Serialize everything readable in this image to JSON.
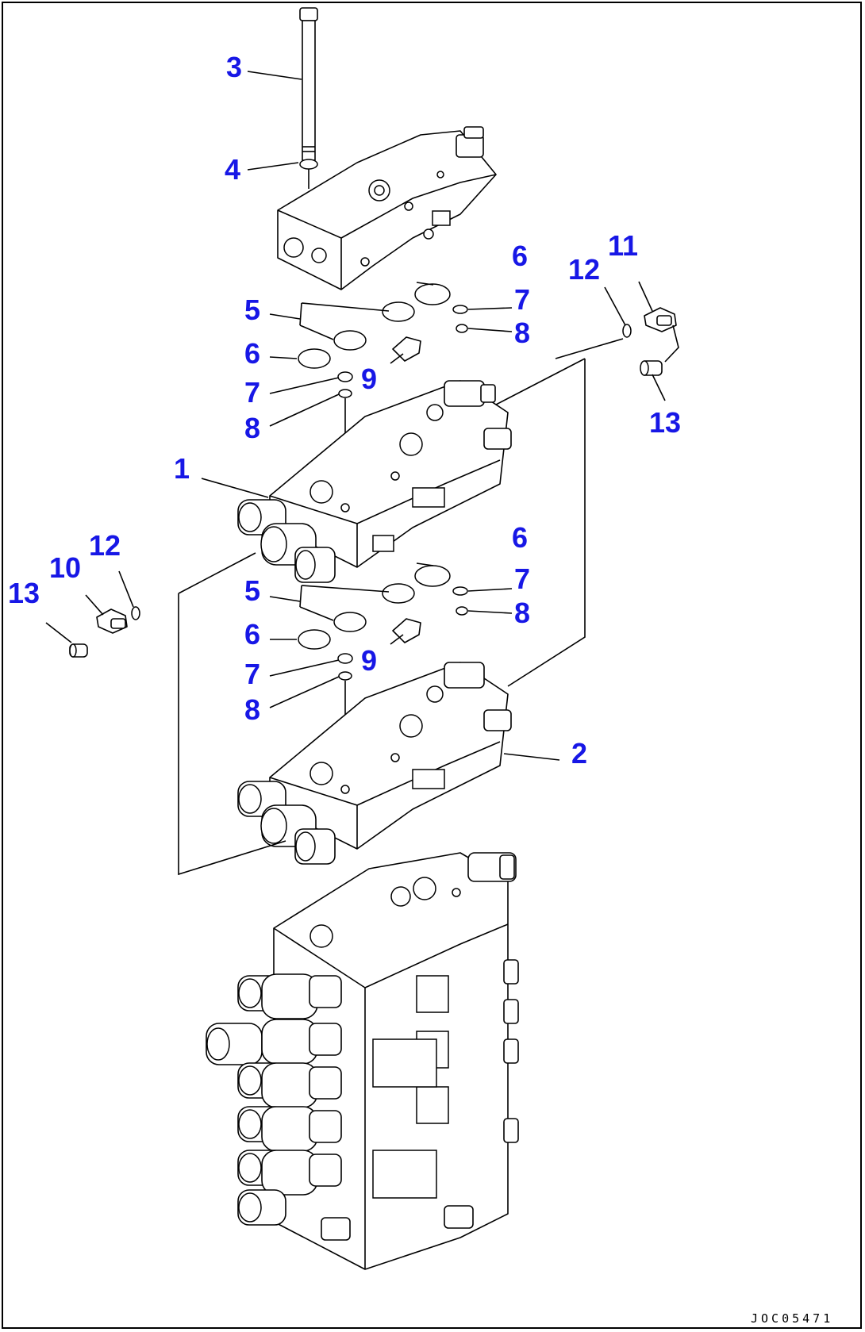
{
  "callouts": {
    "c1": "1",
    "c2": "2",
    "c3": "3",
    "c4": "4",
    "c5a": "5",
    "c5b": "5",
    "c6a": "6",
    "c6b": "6",
    "c6c": "6",
    "c6d": "6",
    "c7a": "7",
    "c7b": "7",
    "c7c": "7",
    "c7d": "7",
    "c8a": "8",
    "c8b": "8",
    "c8c": "8",
    "c8d": "8",
    "c9a": "9",
    "c9b": "9",
    "c10": "10",
    "c11": "11",
    "c12a": "12",
    "c12b": "12",
    "c13a": "13",
    "c13b": "13"
  },
  "drawing_id": "JOC05471",
  "colors": {
    "callout": "#1717e6",
    "line": "#000000",
    "background": "#ffffff"
  }
}
